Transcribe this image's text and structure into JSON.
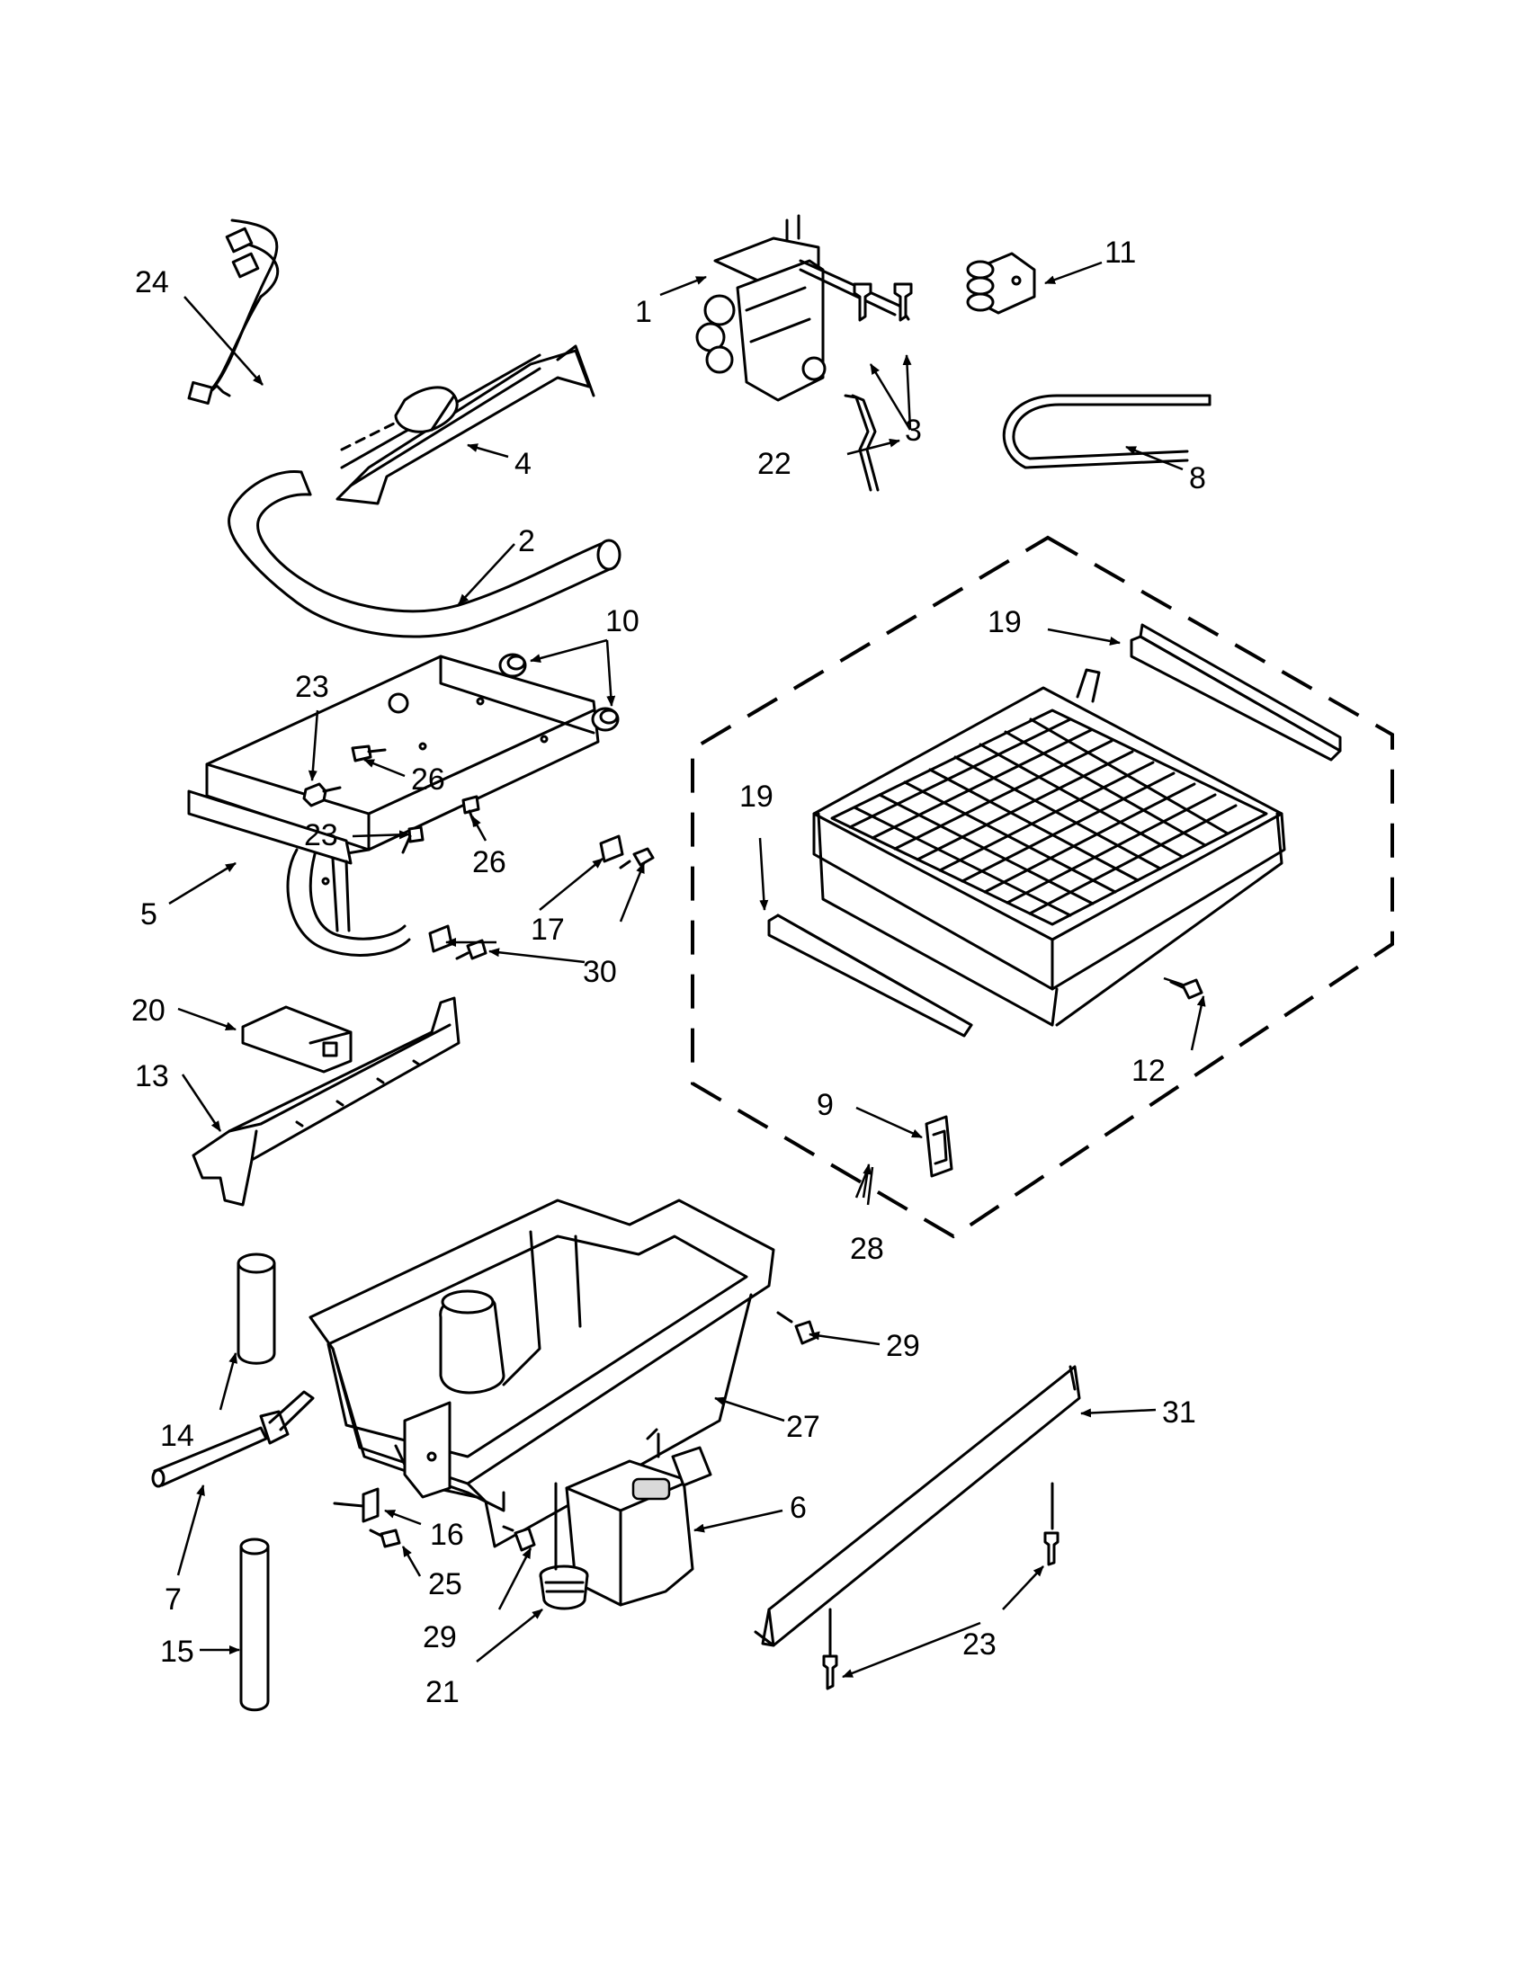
{
  "callouts": {
    "c1": "1",
    "c2": "2",
    "c3": "3",
    "c4": "4",
    "c5": "5",
    "c6": "6",
    "c7": "7",
    "c8": "8",
    "c9": "9",
    "c10": "10",
    "c11": "11",
    "c12": "12",
    "c13": "13",
    "c14": "14",
    "c15": "15",
    "c16": "16",
    "c17": "17",
    "c19a": "19",
    "c19b": "19",
    "c20": "20",
    "c21": "21",
    "c22": "22",
    "c23a": "23",
    "c23b": "23",
    "c23c": "23",
    "c24": "24",
    "c25": "25",
    "c26a": "26",
    "c26b": "26",
    "c27": "27",
    "c28": "28",
    "c29a": "29",
    "c29b": "29",
    "c30": "30",
    "c31": "31"
  }
}
